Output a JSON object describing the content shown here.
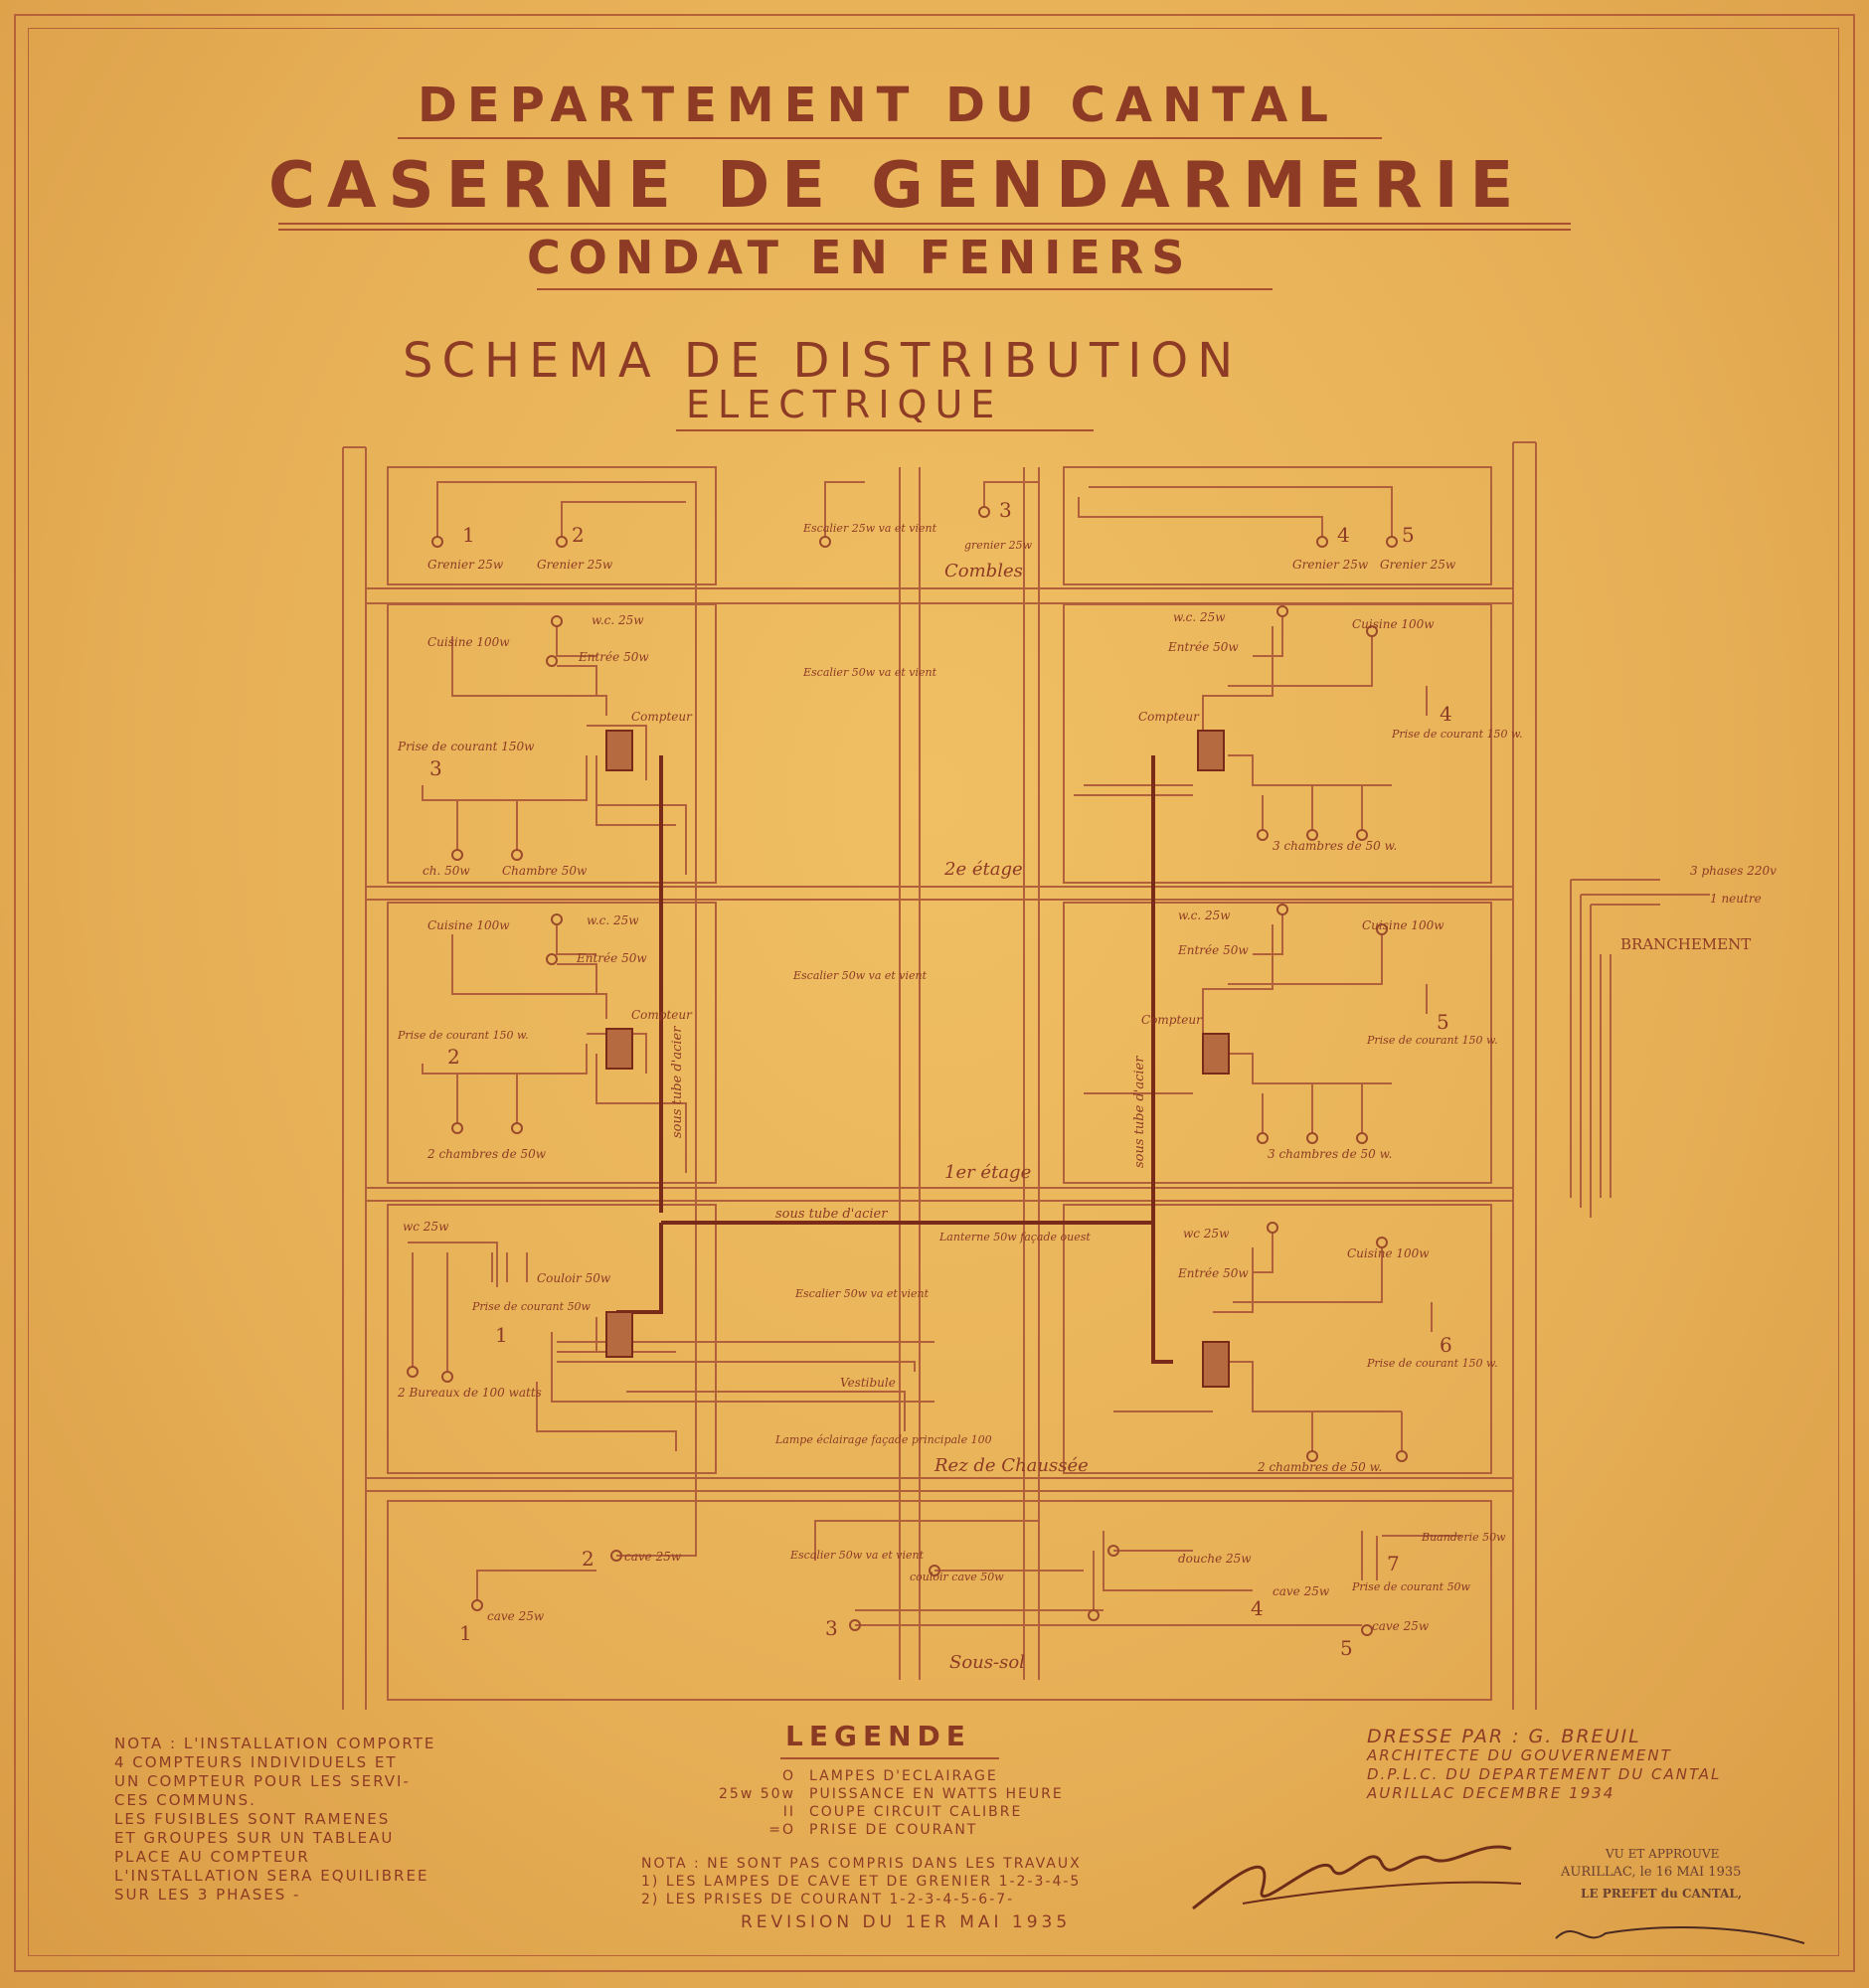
{
  "title": {
    "line1": "DEPARTEMENT DU CANTAL",
    "line2": "CASERNE DE GENDARMERIE",
    "line3": "CONDAT EN FENIERS",
    "line4": "SCHEMA DE DISTRIBUTION",
    "line5": "ELECTRIQUE"
  },
  "floors": {
    "combles": "Combles",
    "etage2": "2e étage",
    "etage1": "1er étage",
    "rdc": "Rez de Chaussée",
    "soussol": "Sous-sol"
  },
  "labels": {
    "grenier1": "Grenier 25w",
    "grenier2": "Grenier 25w",
    "grenier4": "Grenier 25w",
    "grenier5": "Grenier 25w",
    "escalier_c": "Escalier 25w va et vient",
    "grenier3": "grenier 25w",
    "cuisine_l2": "Cuisine 100w",
    "wc_l2": "w.c. 25w",
    "entree_l2": "Entrée 50w",
    "compteur_l2": "Compteur",
    "prise_l2": "Prise de courant 150w",
    "ch_l2": "ch. 50w",
    "chambre_l2": "Chambre 50w",
    "escalier_2": "Escalier 50w va et vient",
    "wc_r2": "w.c. 25w",
    "cuisine_r2": "Cuisine 100w",
    "entree_r2": "Entrée 50w",
    "compteur_r2": "Compteur",
    "prise_r2": "Prise de courant 150 w.",
    "chambres_r2": "3 chambres de 50 w.",
    "cuisine_l1": "Cuisine 100w",
    "wc_l1": "w.c. 25w",
    "entree_l1": "Entrée 50w",
    "compteur_l1": "Compteur",
    "prise_l1": "Prise de courant 150 w.",
    "chambres_l1": "2 chambres de 50w",
    "escalier_1": "Escalier 50w va et vient",
    "sous_tube_l": "sous tube d'acier",
    "sous_tube_r": "sous tube d'acier",
    "wc_r1": "w.c. 25w",
    "cuisine_r1": "Cuisine 100w",
    "entree_r1": "Entrée 50w",
    "compteur_r1": "Compteur",
    "prise_r1": "Prise de courant 150 w.",
    "chambres_r1": "3 chambres de 50 w.",
    "wc_l0": "wc 25w",
    "couloir_l0": "Couloir 50w",
    "prise_l0": "Prise de courant 50w",
    "bureaux_l0": "2 Bureaux de 100 watts",
    "sous_tube_h": "sous tube d'acier",
    "lanterne": "Lanterne 50w façade ouest",
    "escalier_0": "Escalier 50w va et vient",
    "vestibule": "Vestibule",
    "lampe_facade": "Lampe éclairage façade principale 100",
    "wc_r0": "wc 25w",
    "cuisine_r0": "Cuisine 100w",
    "entree_r0": "Entrée 50w",
    "prise_r0": "Prise de courant 150 w.",
    "chambres_r0": "2 chambres de 50 w.",
    "cave1": "cave 25w",
    "cave2": "cave 25w",
    "escalier_s": "Escalier 50w va et vient",
    "couloir_cave": "couloir cave 50w",
    "douche": "douche 25w",
    "buanderie": "Buanderie 50w",
    "cave4": "cave 25w",
    "prise_s": "Prise de courant 50w",
    "cave5": "cave 25w",
    "phases": "3 phases 220v",
    "neutre": "1 neutre",
    "branchement": "BRANCHEMENT"
  },
  "numbers": {
    "g1": "1",
    "g2": "2",
    "g3": "3",
    "g4": "4",
    "g5": "5",
    "p3": "3",
    "p4": "4",
    "p2": "2",
    "p5": "5",
    "p1": "1",
    "p6": "6",
    "c1": "1",
    "c2": "2",
    "c3": "3",
    "c4": "4",
    "c5": "5",
    "p7": "7"
  },
  "nota": {
    "lines": [
      "NOTA : L'INSTALLATION COMPORTE",
      "4 COMPTEURS INDIVIDUELS ET",
      "UN COMPTEUR POUR LES SERVI-",
      "CES COMMUNS.",
      "LES FUSIBLES SONT RAMENES",
      "ET GROUPES SUR UN TABLEAU",
      "PLACE AU COMPTEUR",
      "L'INSTALLATION SERA EQUILIBREE",
      "SUR LES 3 PHASES -"
    ]
  },
  "legend": {
    "title": "LEGENDE",
    "items": [
      {
        "symbol": "O",
        "text": "LAMPES D'ECLAIRAGE"
      },
      {
        "symbol": "25w 50w",
        "text": "PUISSANCE EN WATTS HEURE"
      },
      {
        "symbol": "II",
        "text": "COUPE CIRCUIT CALIBRE"
      },
      {
        "symbol": "=O",
        "text": "PRISE DE COURANT"
      }
    ],
    "nota2": [
      "NOTA : NE SONT PAS COMPRIS DANS LES TRAVAUX",
      "1) LES LAMPES DE CAVE ET DE GRENIER 1-2-3-4-5",
      "2) LES PRISES DE COURANT 1-2-3-4-5-6-7-"
    ],
    "revision": "REVISION DU 1ER MAI 1935"
  },
  "credits": {
    "lines": [
      "DRESSE PAR : G. BREUIL",
      "ARCHITECTE DU GOUVERNEMENT",
      "D.P.L.C. DU DEPARTEMENT DU CANTAL",
      "AURILLAC DECEMBRE 1934"
    ]
  },
  "stamp": {
    "line1": "VU ET APPROUVE",
    "line2": "AURILLAC, le 16 MAI 1935",
    "line3": "LE PREFET du CANTAL,"
  }
}
